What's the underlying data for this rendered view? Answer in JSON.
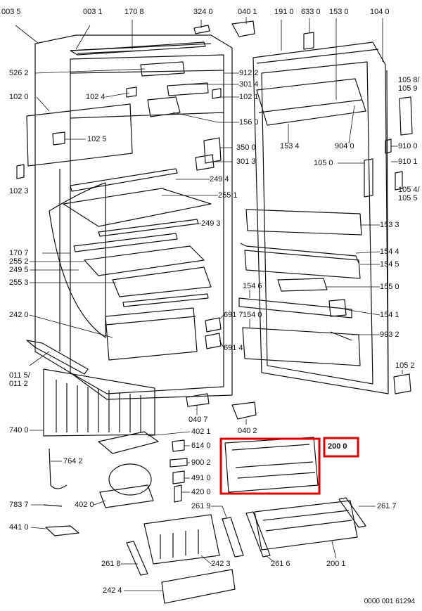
{
  "highlight_color": "#e00000",
  "figure_id": "0000 001 61294",
  "labels": {
    "l0035": "003 5",
    "l0031": "003 1",
    "l1708": "170 8",
    "l3240": "324 0",
    "l0401": "040 1",
    "l1910": "191 0",
    "l6330": "633 0",
    "l1530": "153 0",
    "l1040": "104 0",
    "l5262": "526 2",
    "l9122": "912 2",
    "l3014": "301 4",
    "l1020": "102 0",
    "l1024": "102 4",
    "l1021": "102 1",
    "l1058": "105 8/\n105 9",
    "l1560": "156 0",
    "l1025": "102 5",
    "l1534": "153 4",
    "l9040": "904 0",
    "l9100": "910 0",
    "l3500": "350 0",
    "l3013": "301 3",
    "l1050": "105 0",
    "l9101": "910 1",
    "l1023": "102 3",
    "l2494": "249 4",
    "l1054": "105 4/\n105 5",
    "l2551": "255 1",
    "l2493": "249 3",
    "l1533": "153 3",
    "l1707": "170 7",
    "l2552": "255 2",
    "l2495": "249 5",
    "l1544": "154 4",
    "l1545": "154 5",
    "l2553": "255 3",
    "l1550": "155 0",
    "l1546": "154 6",
    "l1541": "154 1",
    "l2420": "242 0",
    "l6917": "691 7",
    "l1540": "154 0",
    "l9932": "993 2",
    "l6914": "691 4",
    "l0115": "011 5/\n011 2",
    "l1052": "105 2",
    "l0407": "040 7",
    "l0402": "040 2",
    "l7400": "740 0",
    "l4021": "402 1",
    "l2000": "200 0",
    "l6140": "614 0",
    "l7642": "764 2",
    "l9002": "900 2",
    "l4910": "491 0",
    "l4200": "420 0",
    "l7837": "783 7",
    "l4020": "402 0",
    "l2619": "261 9",
    "l2617": "261 7",
    "l4410": "441 0",
    "l2618": "261 8",
    "l2423": "242 3",
    "l2616": "261 6",
    "l2001": "200 1",
    "l2424": "242 4"
  }
}
